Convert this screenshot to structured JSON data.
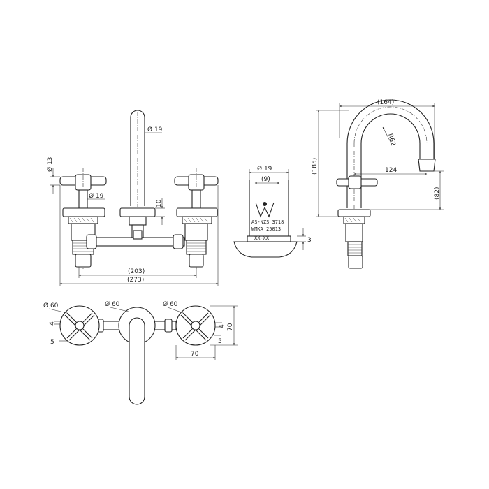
{
  "front_view": {
    "d_handle": "Ø 13",
    "d_spout": "Ø 19",
    "d_valve": "Ø 19",
    "h_10": "10",
    "w_203": "(203)",
    "w_273": "(273)"
  },
  "detail_view": {
    "d_19": "Ø 19",
    "w_9": "(9)",
    "t_3": "3",
    "stamp_line1": "AS-NZS 3718",
    "stamp_line2": "WMKA 25013",
    "stamp_line3": "XX-XX"
  },
  "side_view": {
    "w_164": "(164)",
    "r_62": "R62",
    "h_185": "(185)",
    "reach_124": "124",
    "h_82": "(82)"
  },
  "top_view": {
    "d_left": "Ø 60",
    "d_center": "Ø 60",
    "d_right": "Ø 60",
    "left_4": "4",
    "left_5": "5",
    "right_4": "4",
    "right_5": "5",
    "h_70": "70",
    "w_70": "70"
  }
}
